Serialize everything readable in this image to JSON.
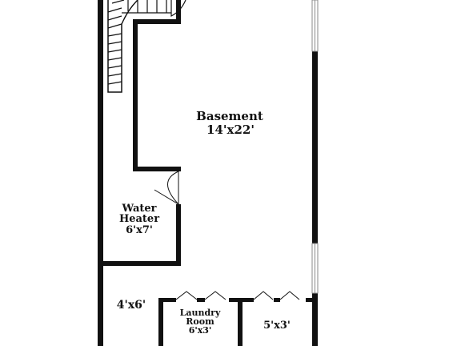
{
  "rooms": {
    "basement": {
      "name": "Basement",
      "size": "14'x22'"
    },
    "water_heater": {
      "name_line1": "Water",
      "name_line2": "Heater",
      "size": "6'x7'"
    },
    "small_room": {
      "size": "4'x6'"
    },
    "laundry": {
      "name_line1": "Laundry",
      "name_line2": "Room",
      "size": "6'x3'"
    },
    "closet": {
      "size": "5'x3'"
    }
  },
  "colors": {
    "wall": "#111111",
    "window": "#9a9a9a",
    "background": "#ffffff"
  }
}
